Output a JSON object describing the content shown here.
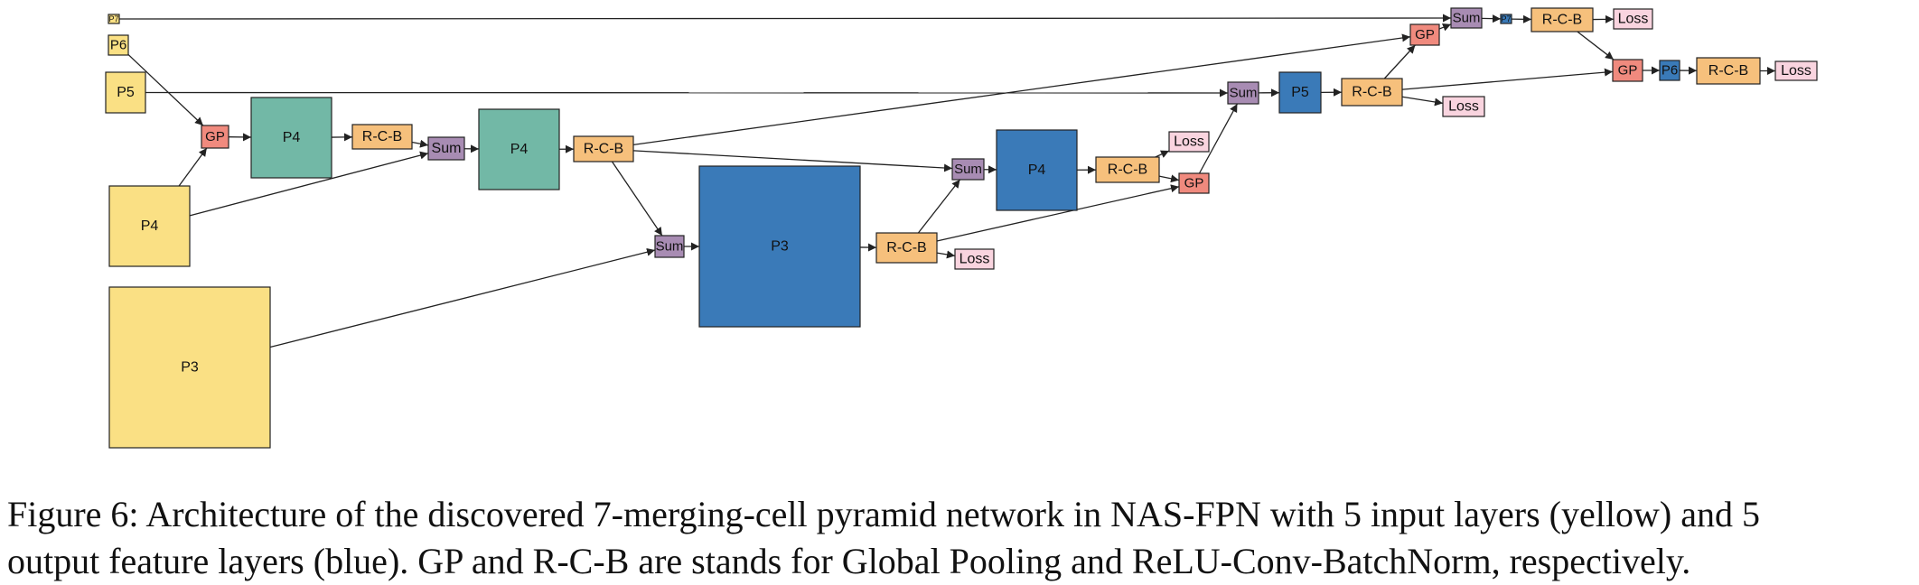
{
  "caption": {
    "line1": "Figure 6:  Architecture of the discovered 7-merging-cell pyramid network in NAS-FPN with 5 input layers (yellow) and 5",
    "line2": "output feature layers (blue). GP and R-C-B are stands for Global Pooling and ReLU-Conv-BatchNorm, respectively."
  },
  "colors": {
    "input": "#fae084",
    "intermediate": "#72b8a6",
    "output": "#3a7ab8",
    "gp": "#f08a7e",
    "rcb": "#f6c07c",
    "sum": "#a88cb3",
    "loss": "#f9d4df",
    "stroke": "#222222"
  },
  "nodes": [
    {
      "id": "in-p7",
      "label": "P7",
      "kind": "input"
    },
    {
      "id": "in-p6",
      "label": "P6",
      "kind": "input"
    },
    {
      "id": "in-p5",
      "label": "P5",
      "kind": "input"
    },
    {
      "id": "in-p4",
      "label": "P4",
      "kind": "input"
    },
    {
      "id": "in-p3",
      "label": "P3",
      "kind": "input"
    },
    {
      "id": "gp-1",
      "label": "GP",
      "kind": "gp"
    },
    {
      "id": "p4-mid-1",
      "label": "P4",
      "kind": "intermediate"
    },
    {
      "id": "rcb-1",
      "label": "R-C-B",
      "kind": "rcb"
    },
    {
      "id": "sum-1",
      "label": "Sum",
      "kind": "sum"
    },
    {
      "id": "p4-mid-2",
      "label": "P4",
      "kind": "intermediate"
    },
    {
      "id": "rcb-2",
      "label": "R-C-B",
      "kind": "rcb"
    },
    {
      "id": "sum-2",
      "label": "Sum",
      "kind": "sum"
    },
    {
      "id": "out-p3",
      "label": "P3",
      "kind": "output"
    },
    {
      "id": "rcb-3",
      "label": "R-C-B",
      "kind": "rcb"
    },
    {
      "id": "loss-1",
      "label": "Loss",
      "kind": "loss"
    },
    {
      "id": "sum-3",
      "label": "Sum",
      "kind": "sum"
    },
    {
      "id": "out-p4",
      "label": "P4",
      "kind": "output"
    },
    {
      "id": "rcb-4",
      "label": "R-C-B",
      "kind": "rcb"
    },
    {
      "id": "loss-2",
      "label": "Loss",
      "kind": "loss"
    },
    {
      "id": "gp-2",
      "label": "GP",
      "kind": "gp"
    },
    {
      "id": "sum-4",
      "label": "Sum",
      "kind": "sum"
    },
    {
      "id": "out-p5",
      "label": "P5",
      "kind": "output"
    },
    {
      "id": "rcb-5",
      "label": "R-C-B",
      "kind": "rcb"
    },
    {
      "id": "loss-3",
      "label": "Loss",
      "kind": "loss"
    },
    {
      "id": "gp-3",
      "label": "GP",
      "kind": "gp"
    },
    {
      "id": "sum-5",
      "label": "Sum",
      "kind": "sum"
    },
    {
      "id": "out-p7",
      "label": "P7",
      "kind": "output"
    },
    {
      "id": "rcb-6",
      "label": "R-C-B",
      "kind": "rcb"
    },
    {
      "id": "loss-4",
      "label": "Loss",
      "kind": "loss"
    },
    {
      "id": "gp-4",
      "label": "GP",
      "kind": "gp"
    },
    {
      "id": "out-p6",
      "label": "P6",
      "kind": "output"
    },
    {
      "id": "rcb-7",
      "label": "R-C-B",
      "kind": "rcb"
    },
    {
      "id": "loss-5",
      "label": "Loss",
      "kind": "loss"
    }
  ],
  "edges": [
    [
      "in-p6",
      "gp-1"
    ],
    [
      "in-p4",
      "gp-1"
    ],
    [
      "gp-1",
      "p4-mid-1"
    ],
    [
      "p4-mid-1",
      "rcb-1"
    ],
    [
      "rcb-1",
      "sum-1"
    ],
    [
      "in-p4",
      "sum-1"
    ],
    [
      "sum-1",
      "p4-mid-2"
    ],
    [
      "p4-mid-2",
      "rcb-2"
    ],
    [
      "rcb-2",
      "sum-2"
    ],
    [
      "in-p3",
      "sum-2"
    ],
    [
      "sum-2",
      "out-p3"
    ],
    [
      "out-p3",
      "rcb-3"
    ],
    [
      "rcb-3",
      "loss-1"
    ],
    [
      "rcb-3",
      "sum-3"
    ],
    [
      "rcb-2",
      "sum-3"
    ],
    [
      "sum-3",
      "out-p4"
    ],
    [
      "out-p4",
      "rcb-4"
    ],
    [
      "rcb-4",
      "loss-2"
    ],
    [
      "rcb-4",
      "gp-2"
    ],
    [
      "rcb-3",
      "gp-2"
    ],
    [
      "gp-2",
      "sum-4"
    ],
    [
      "in-p5",
      "sum-4"
    ],
    [
      "sum-4",
      "out-p5"
    ],
    [
      "out-p5",
      "rcb-5"
    ],
    [
      "rcb-5",
      "loss-3"
    ],
    [
      "rcb-5",
      "gp-3"
    ],
    [
      "rcb-2",
      "gp-3"
    ],
    [
      "gp-3",
      "sum-5"
    ],
    [
      "in-p7",
      "sum-5"
    ],
    [
      "sum-5",
      "out-p7"
    ],
    [
      "out-p7",
      "rcb-6"
    ],
    [
      "rcb-6",
      "loss-4"
    ],
    [
      "rcb-6",
      "gp-4"
    ],
    [
      "rcb-5",
      "gp-4"
    ],
    [
      "gp-4",
      "out-p6"
    ],
    [
      "out-p6",
      "rcb-7"
    ],
    [
      "rcb-7",
      "loss-5"
    ]
  ]
}
